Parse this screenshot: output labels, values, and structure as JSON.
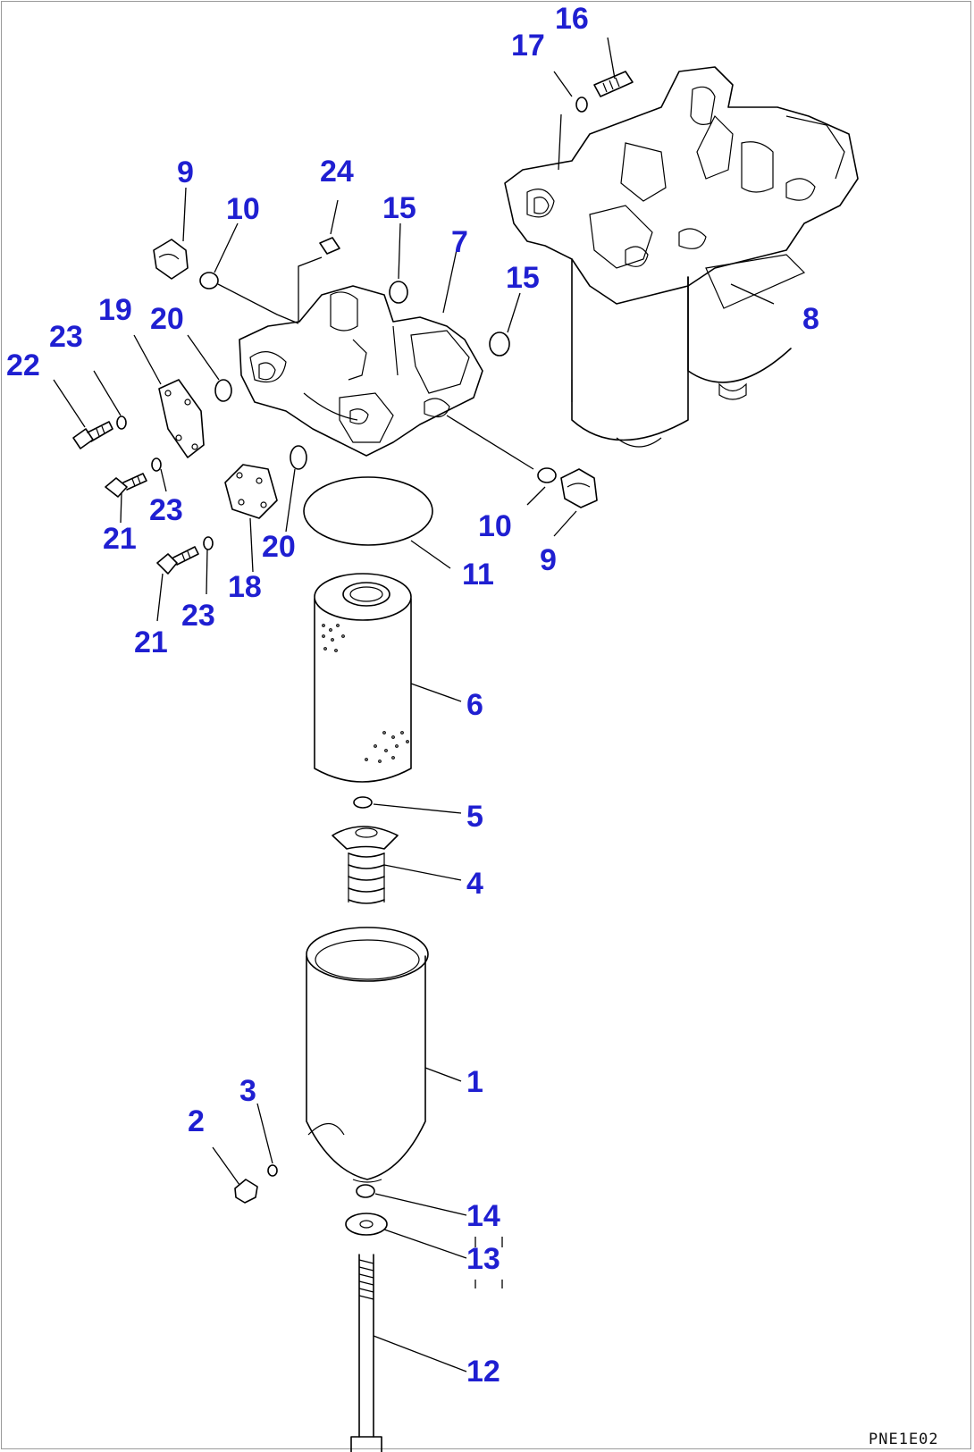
{
  "drawing_code": "PNE1E02",
  "callouts": {
    "p1": "1",
    "p2": "2",
    "p3": "3",
    "p4": "4",
    "p5": "5",
    "p6": "6",
    "p7": "7",
    "p8": "8",
    "p9a": "9",
    "p9b": "9",
    "p10a": "10",
    "p10b": "10",
    "p11": "11",
    "p12": "12",
    "p13": "13",
    "p14": "14",
    "p15a": "15",
    "p15b": "15",
    "p16": "16",
    "p17": "17",
    "p18": "18",
    "p19": "19",
    "p20a": "20",
    "p20b": "20",
    "p21a": "21",
    "p21b": "21",
    "p22": "22",
    "p23a": "23",
    "p23b": "23",
    "p23c": "23",
    "p24": "24"
  },
  "colors": {
    "callout": "#1f1fd1",
    "line": "#000000",
    "background": "#ffffff"
  }
}
